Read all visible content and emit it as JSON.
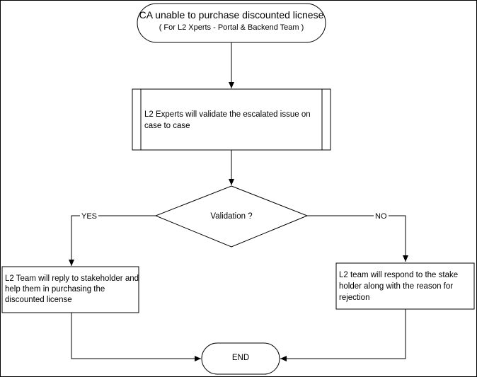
{
  "start": {
    "title": "CA unable to purchase discounted licnese",
    "subtitle": "( For L2 Xperts  - Portal & Backend Team )"
  },
  "process": {
    "text": "L2 Experts will validate the escalated issue on case to case"
  },
  "decision": {
    "text": "Validation ?"
  },
  "branches": {
    "yes_label": "YES",
    "no_label": "NO"
  },
  "left_box": {
    "text": "L2 Team will reply to stakeholder and help them in purchasing the discounted license"
  },
  "right_box": {
    "text": "L2 team will respond to the stake holder along with the reason for rejection"
  },
  "end": {
    "text": "END"
  }
}
